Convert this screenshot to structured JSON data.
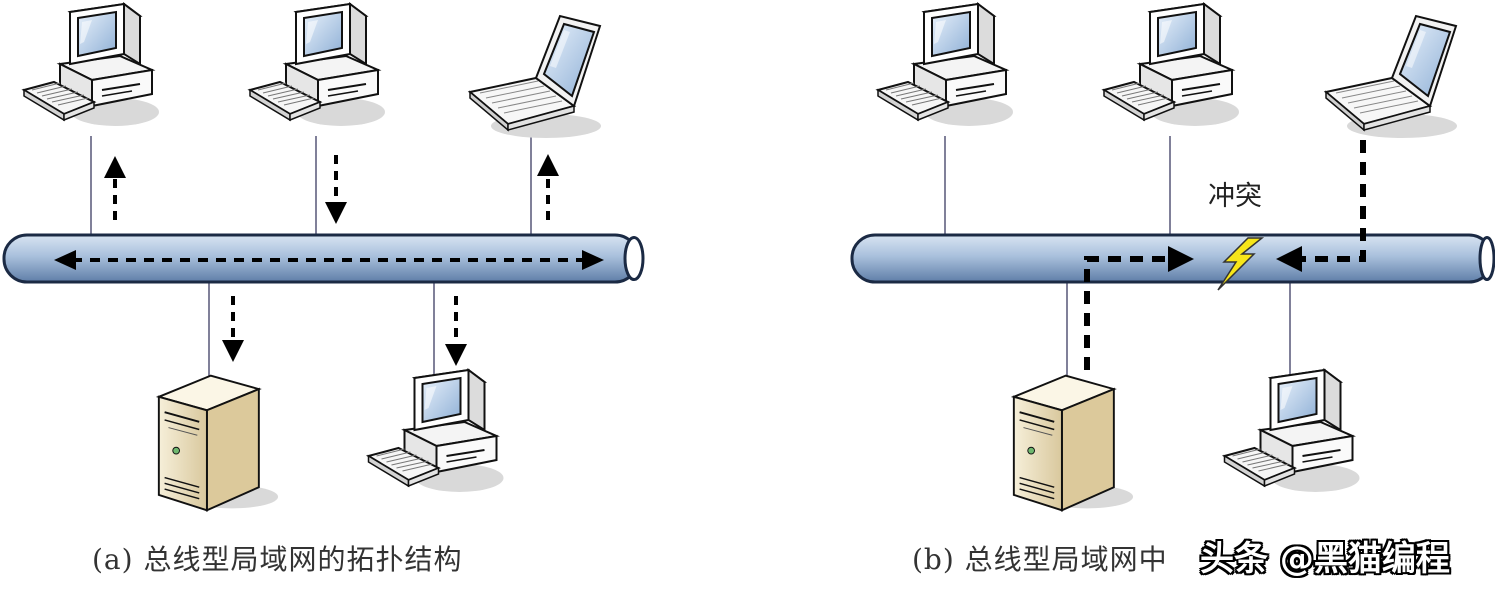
{
  "captions": {
    "left": "(a) 总线型局域网的拓扑结构",
    "right": "(b) 总线型局域网中"
  },
  "labels": {
    "collision": "冲突"
  },
  "watermark": "头条 @黑猫编程",
  "colors": {
    "bus_fill": "#a9c0dc",
    "bus_stroke": "#1b2a44",
    "arrow": "#000000",
    "spark": "#f7e619",
    "server_body": "#efe4c4",
    "monitor_body": "#ffffff",
    "screen": "#b7cde5"
  }
}
